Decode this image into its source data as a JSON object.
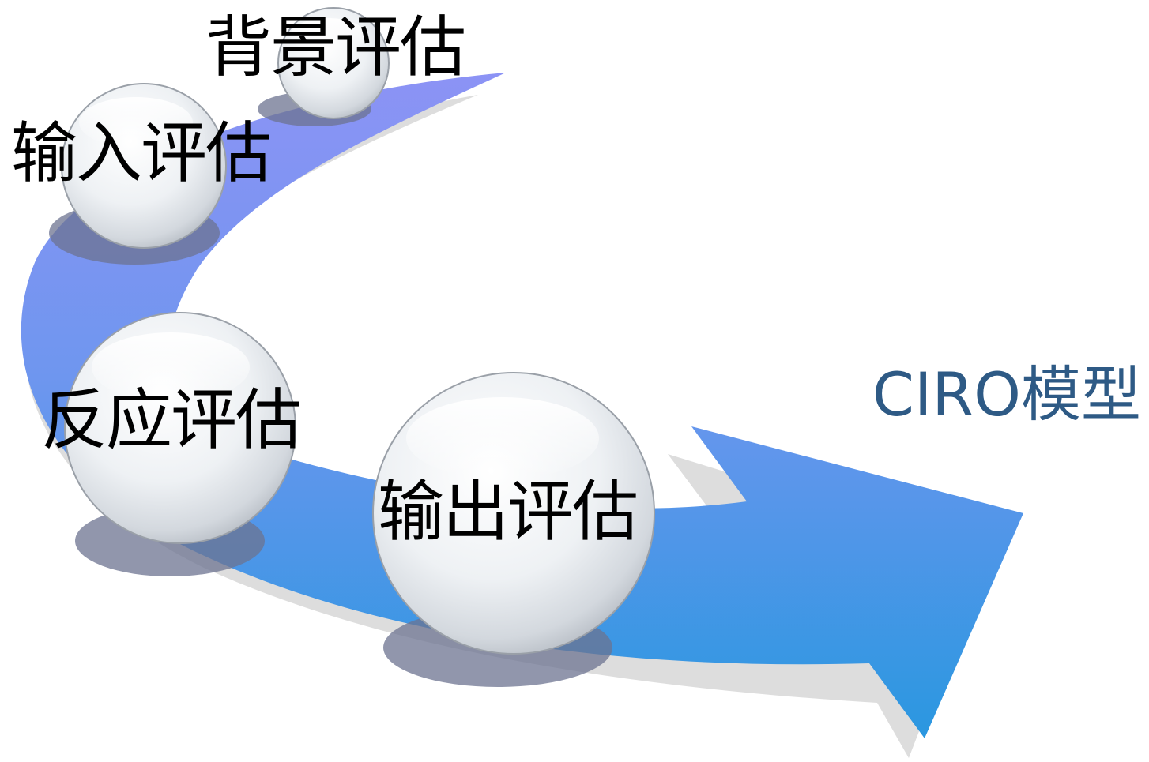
{
  "model_title": "CIRO模型",
  "stages": [
    {
      "id": "context",
      "label": "背景评估"
    },
    {
      "id": "input",
      "label": "输入评估"
    },
    {
      "id": "reaction",
      "label": "反应评估"
    },
    {
      "id": "outcome",
      "label": "输出评估"
    }
  ],
  "colors": {
    "arrow_light": "#8c93f5",
    "arrow_mid": "#6f96ef",
    "arrow_dark": "#2a97e0",
    "arrow_shadow": "#d9d9d9",
    "sphere": "#e9edf1",
    "sphere_shadow": "#6c7390",
    "title": "#2e5a85",
    "label": "#000000"
  }
}
